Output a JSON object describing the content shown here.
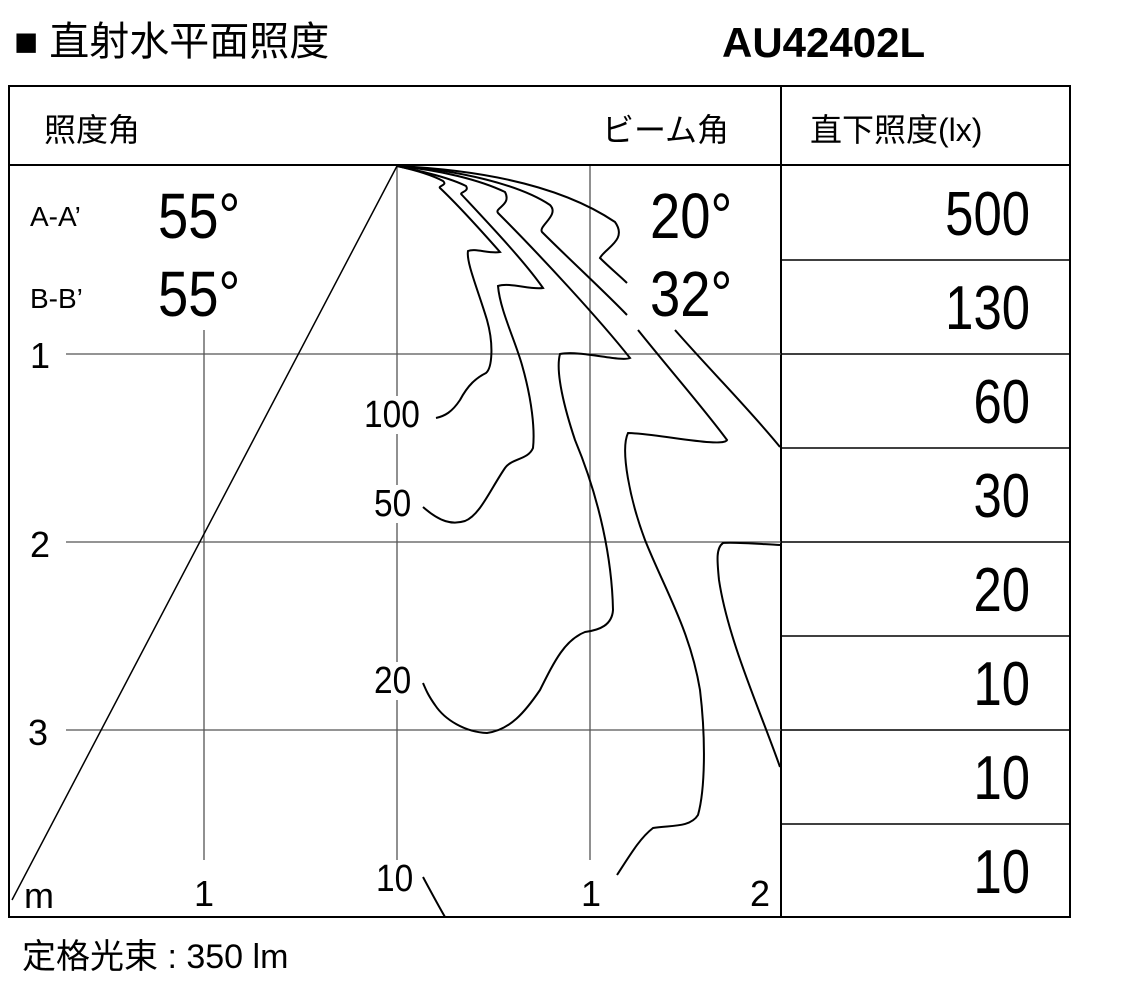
{
  "header": {
    "title": "■ 直射水平面照度",
    "model": "AU42402L"
  },
  "table": {
    "angle_label": "照度角",
    "beam_label": "ビーム角",
    "direct_label": "直下照度(lx)",
    "rows": [
      {
        "name": "A-A’",
        "angle": "55°",
        "beam": "20°"
      },
      {
        "name": "B-B’",
        "angle": "55°",
        "beam": "32°"
      }
    ],
    "direct_values": [
      "500",
      "130",
      "60",
      "30",
      "20",
      "10",
      "10",
      "10"
    ]
  },
  "axes": {
    "vertical_ticks": [
      "1",
      "2",
      "3"
    ],
    "unit": "m",
    "horizontal_ticks": [
      "1",
      "1",
      "2"
    ]
  },
  "contours": {
    "labels": [
      "100",
      "50",
      "20",
      "10"
    ]
  },
  "footer": {
    "flux": "定格光束 : 350 lm"
  }
}
